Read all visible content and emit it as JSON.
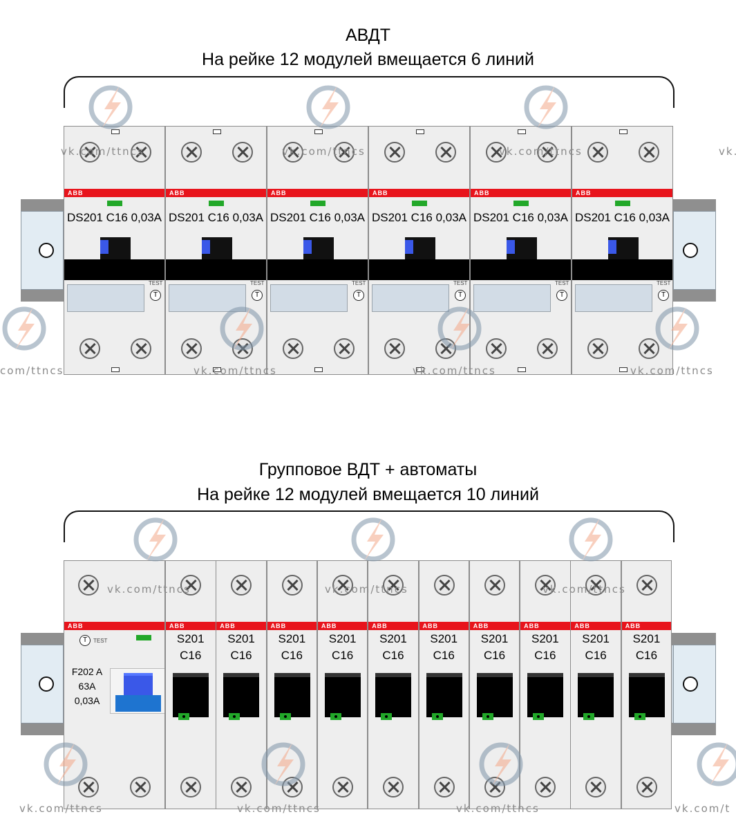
{
  "top": {
    "title_line1": "АВДТ",
    "title_line2": "На рейке 12 модулей вмещается 6 линий",
    "brand": "ABB",
    "test_label": "TEST",
    "test_symbol": "T",
    "devices": [
      {
        "label": "DS201 C16 0,03A"
      },
      {
        "label": "DS201 C16 0,03A"
      },
      {
        "label": "DS201 C16 0,03A"
      },
      {
        "label": "DS201 C16 0,03A"
      },
      {
        "label": "DS201 C16 0,03A"
      },
      {
        "label": "DS201 C16 0,03A"
      }
    ]
  },
  "bottom": {
    "title_line1": "Групповое ВДТ  + автоматы",
    "title_line2": "На рейке 12 модулей вмещается 10 линий",
    "brand": "ABB",
    "rcd": {
      "test_symbol": "T",
      "test_label": "TEST",
      "line1": "F202 A",
      "line2": "63A",
      "line3": "0,03A"
    },
    "breakers": [
      {
        "line1": "S201",
        "line2": "C16"
      },
      {
        "line1": "S201",
        "line2": "C16"
      },
      {
        "line1": "S201",
        "line2": "C16"
      },
      {
        "line1": "S201",
        "line2": "C16"
      },
      {
        "line1": "S201",
        "line2": "C16"
      },
      {
        "line1": "S201",
        "line2": "C16"
      },
      {
        "line1": "S201",
        "line2": "C16"
      },
      {
        "line1": "S201",
        "line2": "C16"
      },
      {
        "line1": "S201",
        "line2": "C16"
      },
      {
        "line1": "S201",
        "line2": "C16"
      }
    ]
  },
  "watermark": {
    "text": "vk.com/ttncs",
    "text_partial_right": "vk.",
    "text_partial_left": "com/ttncs",
    "text_partial_right2": "vk.com/t"
  },
  "colors": {
    "red_band": "#e8141c",
    "led": "#22a829",
    "lever_blue": "#3a58e8",
    "rail": "#c9d3dc"
  }
}
